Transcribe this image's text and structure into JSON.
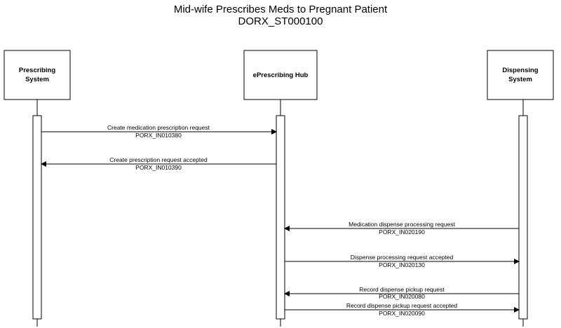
{
  "diagram": {
    "title_line1": "Mid-wife Prescribes Meds to Pregnant Patient",
    "title_line2": "DORX_ST000100",
    "participants": [
      {
        "line1": "Prescribing",
        "line2": "System"
      },
      {
        "line1": "ePrescribing Hub",
        "line2": ""
      },
      {
        "line1": "Dispensing",
        "line2": "System"
      }
    ],
    "messages": [
      {
        "label": "Create medication prescription request",
        "code": "PORX_IN010380",
        "from": 0,
        "to": 1
      },
      {
        "label": "Create prescription request accepted",
        "code": "PORX_IN010390",
        "from": 1,
        "to": 0
      },
      {
        "label": "Medication dispense processing request",
        "code": "PORX_IN020190",
        "from": 2,
        "to": 1
      },
      {
        "label": "Dispense processing request accepted",
        "code": "PORX_IN020130",
        "from": 1,
        "to": 2
      },
      {
        "label": "Record dispense pickup request",
        "code": "PORX_IN020080",
        "from": 2,
        "to": 1
      },
      {
        "label": "Record dispense pickup request accepted",
        "code": "PORX_IN020090",
        "from": 1,
        "to": 2
      }
    ]
  }
}
